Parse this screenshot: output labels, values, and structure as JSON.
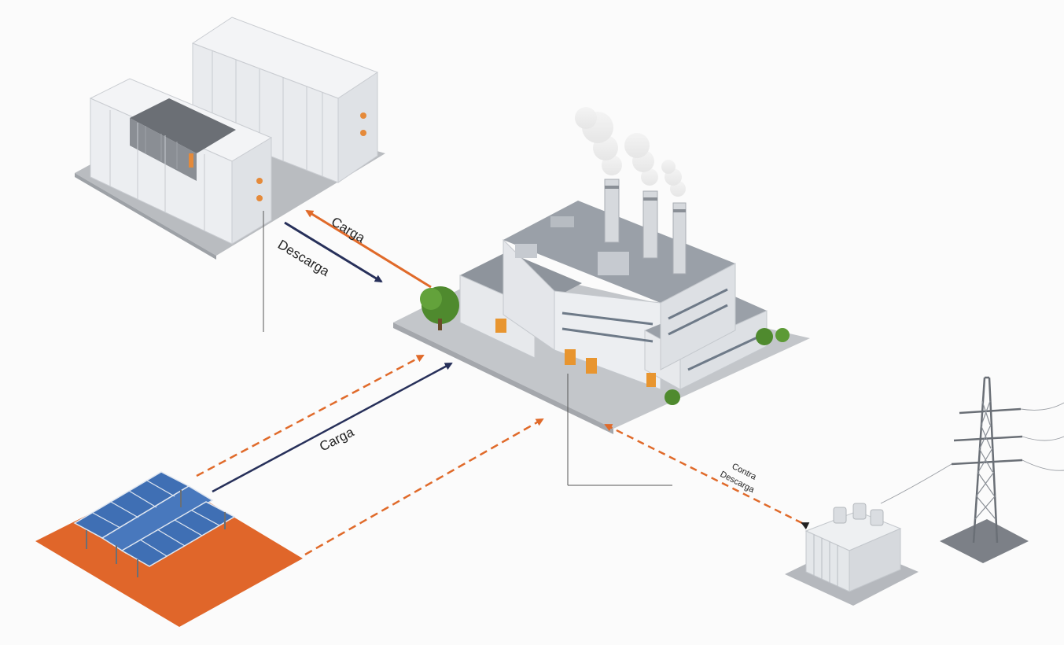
{
  "colors": {
    "background": "#fbfbfb",
    "orange": "#e06a2a",
    "navy": "#27305a",
    "solar_ground": "#e0662a",
    "panel_blue": "#3f6fb4",
    "building_wall": "#e7e9ec",
    "building_roof": "#9aa0a8",
    "smoke": "#dcdcdc",
    "tree": "#4f8a2e"
  },
  "nodes": {
    "battery": {
      "label": "",
      "icon": "battery-container-icon"
    },
    "factory": {
      "label": "",
      "icon": "factory-icon"
    },
    "solar": {
      "label": "",
      "icon": "solar-panel-icon"
    },
    "transformer": {
      "label": "",
      "icon": "transformer-icon"
    },
    "pylon": {
      "label": "",
      "icon": "transmission-tower-icon"
    }
  },
  "flows": {
    "battery_charge": {
      "label": "Carga",
      "color": "orange",
      "style": "solid"
    },
    "battery_discharge": {
      "label": "Descarga",
      "color": "navy",
      "style": "solid"
    },
    "solar_charge": {
      "label": "Carga",
      "color": "navy",
      "style": "solid"
    },
    "solar_dashed_1": {
      "label": "",
      "color": "orange",
      "style": "dashed"
    },
    "solar_dashed_2": {
      "label": "",
      "color": "orange",
      "style": "dashed"
    },
    "grid_exchange": {
      "label_1": "Contra",
      "label_2": "Descarga",
      "color": "orange",
      "style": "dashed"
    }
  }
}
